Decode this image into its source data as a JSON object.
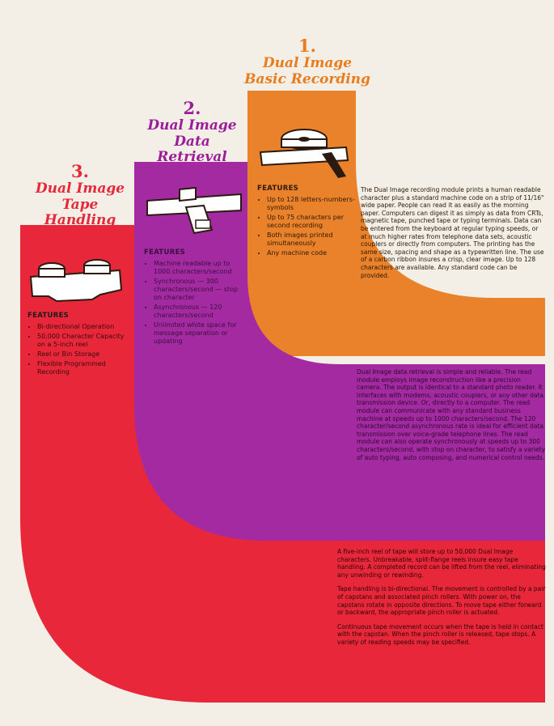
{
  "sections": [
    {
      "number": "1.",
      "title_lines": [
        "Dual Image",
        "Basic Recording"
      ],
      "features_heading": "FEATURES",
      "features": [
        "Up to 128 letters-numbers-symbols",
        "Up to 75 characters per second recording",
        "Both images printed simultaneously",
        "Any machine code"
      ],
      "paragraphs": [
        "The Dual Image recording module prints a human readable character plus a standard machine code on a strip of 11/16\" wide paper. People can read it as easily as the morning paper. Computers can digest it as simply as data from CRTs, magnetic tape, punched tape or typing terminals. Data can be entered from the keyboard at regular typing speeds, or at much higher rates from telephone data sets, acoustic couplers or directly from computers. The printing has the same size, spacing and shape as a typewritten line. The use of a carbon ribbon insures a crisp, clear image. Up to 128 characters are available. Any standard code can be provided."
      ],
      "icon": "paper-roll-recorder-icon",
      "color": "#e9822a"
    },
    {
      "number": "2.",
      "title_lines": [
        "Dual Image",
        "Data Retrieval"
      ],
      "features_heading": "FEATURES",
      "features": [
        "Machine readable up to 1000 characters/second",
        "Synchronous — 300 characters/second — stop on character",
        "Asynchronous — 120 characters/second",
        "Unlimited white space for message separation or updating"
      ],
      "paragraphs": [
        "Dual Image data retrieval is simple and reliable. The read module employs image reconstruction like a precision camera. The output is identical to a standard photo reader. It interfaces with modems, acoustic couplers, or any other data transmission device. Or, directly to a computer. The read module can communicate with any standard business machine at speeds up to 1000 characters/second. The 120 character/second asynchronous rate is ideal for efficient data transmission over voice-grade telephone lines. The read module can also operate synchronously at speeds up to 300 characters/second, with stop on character, to satisfy a variety of auto typing, auto composing, and numerical control needs."
      ],
      "icon": "read-module-icon",
      "color": "#a32aa0"
    },
    {
      "number": "3.",
      "title_lines": [
        "Dual Image",
        "Tape Handling"
      ],
      "features_heading": "FEATURES",
      "features": [
        "Bi-directional Operation",
        "50,000 Character Capacity on a 5-inch reel",
        "Reel or Bin Storage",
        "Flexible Programmed Recording"
      ],
      "paragraphs": [
        "A five-inch reel of tape will store up to 50,000 Dual Image characters. Unbreakable, split-flange reels insure easy tape handling. A completed record can be lifted from the reel, eliminating any unwinding or rewinding.",
        "Tape handling is bi-directional. The movement is controlled by a pair of capstans and associated pinch rollers. With power on, the capstans rotate in opposite directions. To move tape either forward or backward, the appropriate pinch roller is actuated.",
        "Continuous tape movement occurs when the tape is held in contact with the capstan. When the pinch roller is released, tape stops. A variety of reading speeds may be specified."
      ],
      "icon": "tape-reels-icon",
      "color": "#e8283a"
    }
  ]
}
